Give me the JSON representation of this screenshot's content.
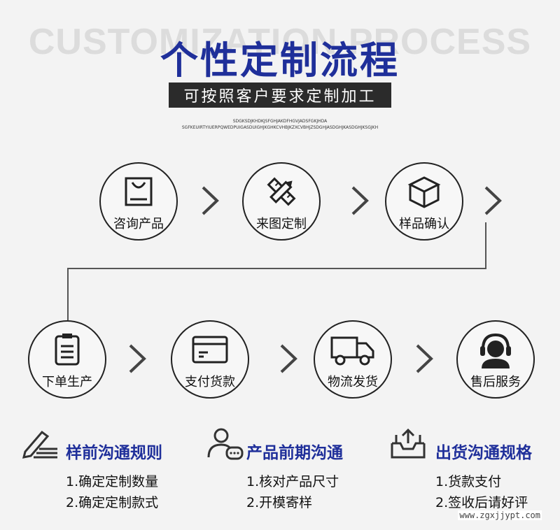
{
  "header": {
    "bg_title": "CUSTOMIZATION PROCESS",
    "title": "个性定制流程",
    "subtitle": "可按照客户要求定制加工",
    "tiny_line1": "SDGKSDJKHDKJSFGHJAKDFHGVJADSFGKJHDA",
    "tiny_line2": "SGFKEUIRTYIUERPQWEDPUIGASDUIGHJKGHKCVHBJKZXCVBHJZSDGHJASDGHJKASDGHJKSGJKH"
  },
  "steps": [
    {
      "label": "咨询产品",
      "icon": "shopping-bag-icon"
    },
    {
      "label": "来图定制",
      "icon": "pencil-ruler-icon"
    },
    {
      "label": "样品确认",
      "icon": "box-icon"
    },
    {
      "label": "下单生产",
      "icon": "clipboard-icon"
    },
    {
      "label": "支付货款",
      "icon": "payment-card-icon"
    },
    {
      "label": "物流发货",
      "icon": "truck-icon"
    },
    {
      "label": "售后服务",
      "icon": "headset-agent-icon"
    }
  ],
  "colors": {
    "accent": "#1f2f9a",
    "ink": "#222222",
    "background": "#f3f3f3"
  },
  "rules": [
    {
      "title": "样前沟通规则",
      "icon": "edit-note-icon",
      "items": [
        "1.确定定制数量",
        "2.确定定制款式"
      ]
    },
    {
      "title": "产品前期沟通",
      "icon": "user-chat-icon",
      "items": [
        "1.核对产品尺寸",
        "2.开模寄样"
      ]
    },
    {
      "title": "出货沟通规格",
      "icon": "outbox-icon",
      "items": [
        "1.货款支付",
        "2.签收后请好评"
      ]
    }
  ],
  "watermark": "www.zgxjjypt.com"
}
